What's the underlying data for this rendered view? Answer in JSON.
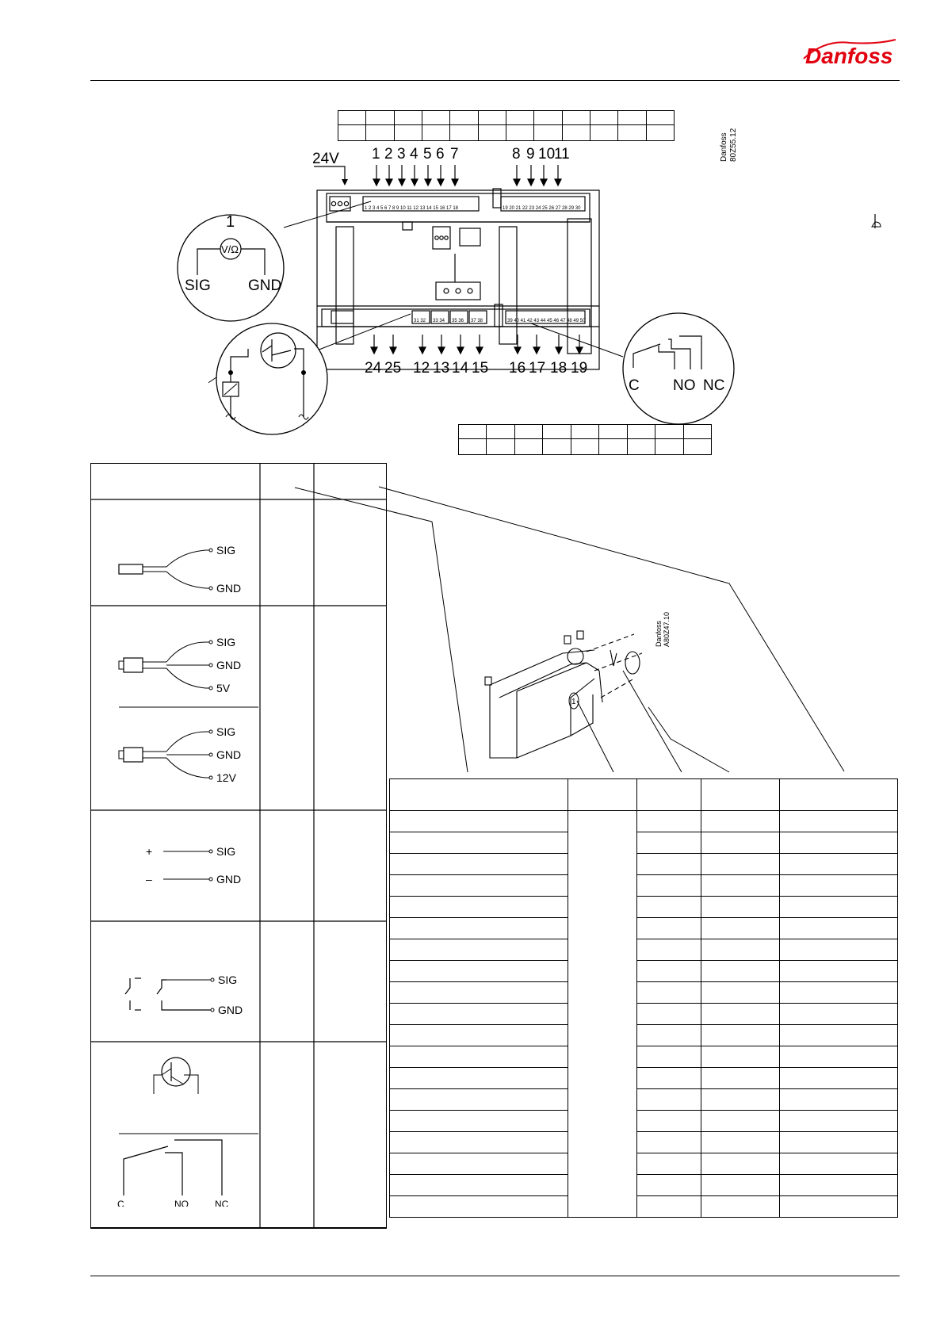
{
  "brand": {
    "logo_text": "Danfoss"
  },
  "top_diagram": {
    "doc_code_line1": "Danfoss",
    "doc_code_line2": "80Z55.12",
    "supply_label": "24V",
    "top_terminals": [
      "1",
      "2",
      "3",
      "4",
      "5",
      "6",
      "7"
    ],
    "top_terminals_right": [
      "8",
      "9",
      "10",
      "11"
    ],
    "bottom_terminals": [
      "24",
      "25",
      "12",
      "13",
      "14",
      "15",
      "16",
      "17",
      "18",
      "19"
    ],
    "strip_left_numbers": "1 2 3 4 5 6 7 8 9 10 11 12 13 14 15 16 17 18",
    "strip_right_numbers": "19 20 21 22 23 24 25 26 27 28 29 30",
    "strip_bottom_a": "31 32",
    "strip_bottom_b": "33 34",
    "strip_bottom_c": "35 36",
    "strip_bottom_d": "37 38",
    "strip_bottom_e": "39 40 41 42 43 44 45 46 47 48 49 50",
    "input_detail": {
      "number": "1",
      "meter": "V/Ω",
      "sig": "SIG",
      "gnd": "GND"
    },
    "relay_detail": {
      "c": "C",
      "no": "NO",
      "nc": "NC"
    }
  },
  "connector_detail": {
    "doc_code_line1": "Danfoss",
    "doc_code_line2": "A80Z47.10",
    "number": "1"
  },
  "wiring_examples": [
    {
      "sig": "SIG",
      "gnd": "GND"
    },
    {
      "sig": "SIG",
      "gnd": "GND",
      "supply": "5V"
    },
    {
      "sig": "SIG",
      "gnd": "GND",
      "supply": "12V"
    },
    {
      "plus": "+",
      "minus": "–",
      "sig": "SIG",
      "gnd": "GND"
    },
    {
      "sig": "SIG",
      "gnd": "GND"
    },
    {
      "c": "C",
      "no": "NO",
      "nc": "NC"
    }
  ]
}
